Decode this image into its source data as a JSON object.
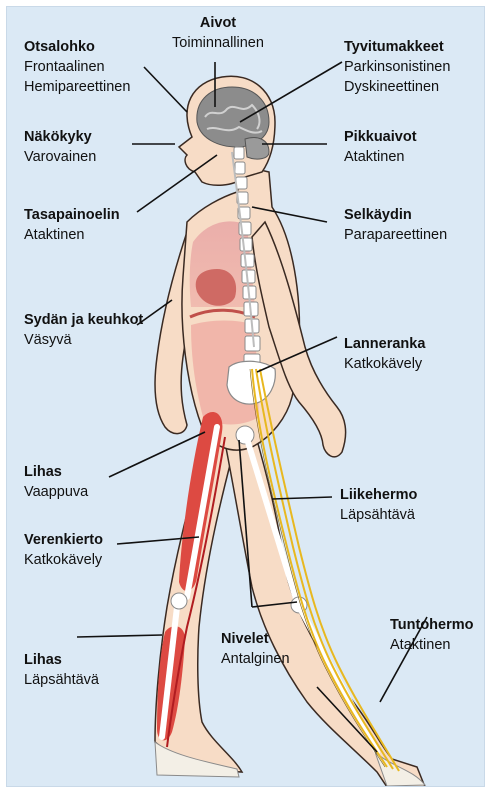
{
  "labels": {
    "aivot": {
      "title": "Aivot",
      "sub": "Toiminnallinen"
    },
    "otsalohko": {
      "title": "Otsalohko",
      "sub1": "Frontaalinen",
      "sub2": "Hemipareettinen"
    },
    "tyvitumakkeet": {
      "title": "Tyvitumakkeet",
      "sub1": "Parkinsonistinen",
      "sub2": "Dyskineettinen"
    },
    "nakokyky": {
      "title": "Näkökyky",
      "sub": "Varovainen"
    },
    "pikkuaivot": {
      "title": "Pikkuaivot",
      "sub": "Ataktinen"
    },
    "tasapainoelin": {
      "title": "Tasapainoelin",
      "sub": "Ataktinen"
    },
    "selkaydin": {
      "title": "Selkäydin",
      "sub": "Parapareettinen"
    },
    "sydan": {
      "title": "Sydän ja keuhkot",
      "sub": "Väsyvä"
    },
    "lanneranka": {
      "title": "Lanneranka",
      "sub": "Katkokävely"
    },
    "lihas1": {
      "title": "Lihas",
      "sub": "Vaappuva"
    },
    "liikehermo": {
      "title": "Liikehermo",
      "sub": "Läpsähtävä"
    },
    "verenkierto": {
      "title": "Verenkierto",
      "sub": "Katkokävely"
    },
    "tuntohermo": {
      "title": "Tuntohermo",
      "sub": "Ataktinen"
    },
    "nivelet": {
      "title": "Nivelet",
      "sub": "Antalginen"
    },
    "lihas2": {
      "title": "Lihas",
      "sub": "Läpsähtävä"
    }
  },
  "colors": {
    "background": "#dbe9f5",
    "skin": "#f7dcc6",
    "skin_outline": "#3a2a22",
    "muscle": "#dd4a42",
    "organ": "#d9706a",
    "nerve": "#e8b820",
    "bone": "#ffffff",
    "brain": "#8c8c8c"
  }
}
